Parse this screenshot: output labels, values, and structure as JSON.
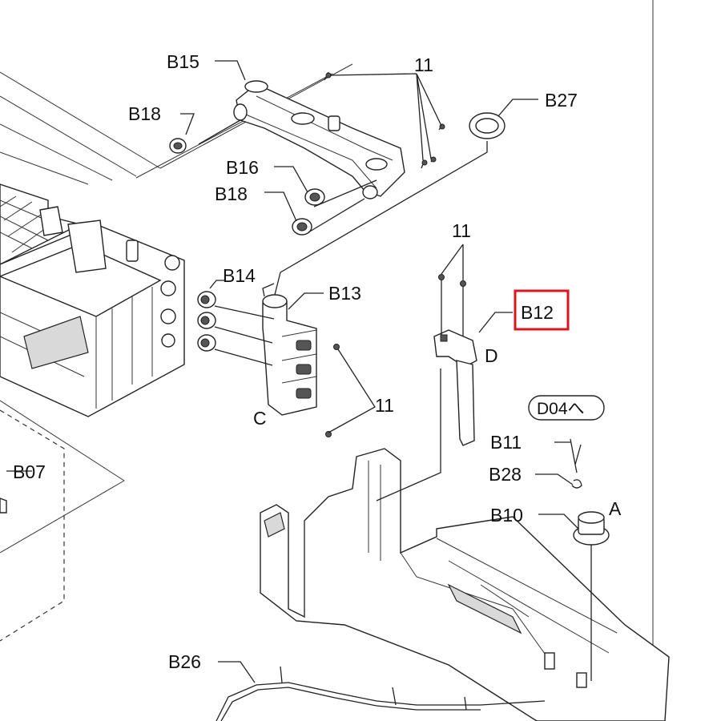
{
  "diagram": {
    "labels": {
      "b15": "B15",
      "b18_top": "B18",
      "b16": "B16",
      "b18_mid": "B18",
      "b27": "B27",
      "n11_top": "11",
      "n11_mid": "11",
      "n11_low": "11",
      "b14": "B14",
      "b13": "B13",
      "b12": "B12",
      "d": "D",
      "c": "C",
      "d04": "D04へ",
      "b11": "B11",
      "b28": "B28",
      "b10": "B10",
      "a": "A",
      "b07": "B07",
      "b26": "B26"
    },
    "highlight_color": "#e0141e"
  }
}
